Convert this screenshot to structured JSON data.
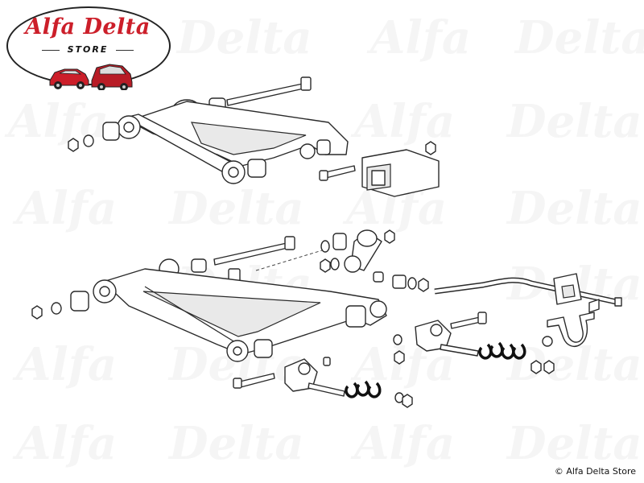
{
  "logo": {
    "brand": "Alfa Delta",
    "store": "STORE",
    "brand_color": "#cc1f2a"
  },
  "watermark": {
    "word_1": "Alfa",
    "word_2": "Delta"
  },
  "copyright": "© Alfa Delta Store"
}
